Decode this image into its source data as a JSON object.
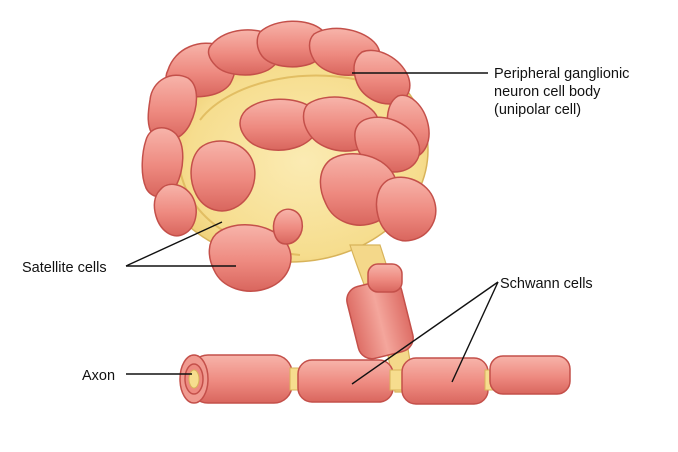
{
  "labels": {
    "ganglionic": [
      "Peripheral ganglionic",
      "neuron cell body",
      "(unipolar cell)"
    ],
    "satellite": "Satellite cells",
    "schwann": "Schwann cells",
    "axon": "Axon"
  },
  "colors": {
    "cell_fill": "#EE8A80",
    "cell_light": "#F6B3AA",
    "cell_outline": "#C4504A",
    "neuron_yellow": "#F6DD8E",
    "neuron_yellow_dark": "#E9C566",
    "label_line": "#111111"
  }
}
